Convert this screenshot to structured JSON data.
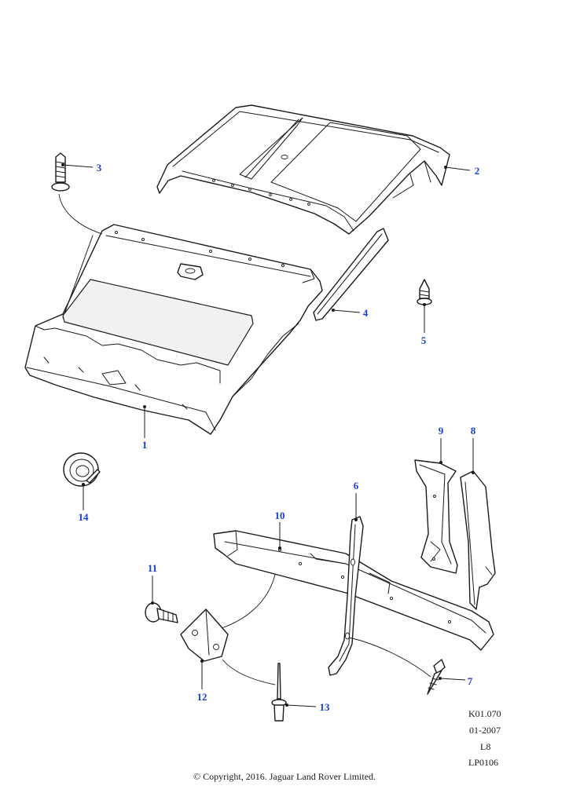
{
  "callouts": [
    "1",
    "2",
    "3",
    "4",
    "5",
    "6",
    "7",
    "8",
    "9",
    "10",
    "11",
    "12",
    "13",
    "14"
  ],
  "reference": {
    "code": "K01.070",
    "date": "01-2007",
    "level": "L8",
    "plate": "LP0106"
  },
  "copyright": "© Copyright, 2016. Jaguar Land Rover Limited.",
  "colors": {
    "callout_text": "#1a3fd6",
    "line": "#1a1a1a",
    "background": "#ffffff"
  }
}
